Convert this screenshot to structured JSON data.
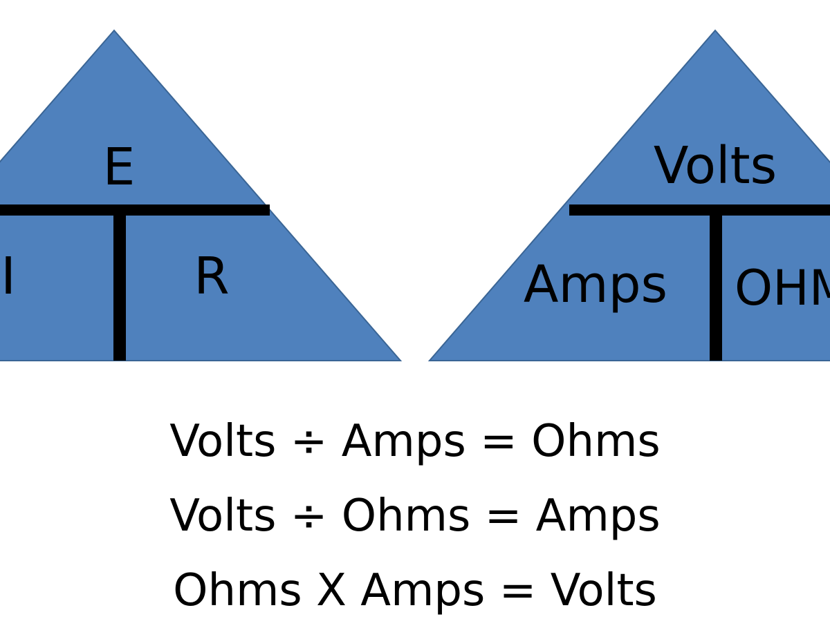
{
  "colors": {
    "triangle_fill": "#4f81bd",
    "triangle_stroke": "#3a6595",
    "divider": "#000000",
    "text": "#000000",
    "background": "#ffffff"
  },
  "left_triangle": {
    "top_label": "E",
    "bottom_left_label": "I",
    "bottom_right_label": "R"
  },
  "right_triangle": {
    "top_label": "Volts",
    "bottom_left_label": "Amps",
    "bottom_right_label": "OHMS"
  },
  "formulas": [
    "Volts ÷ Amps = Ohms",
    "Volts ÷ Ohms = Amps",
    "Ohms X Amps = Volts"
  ]
}
